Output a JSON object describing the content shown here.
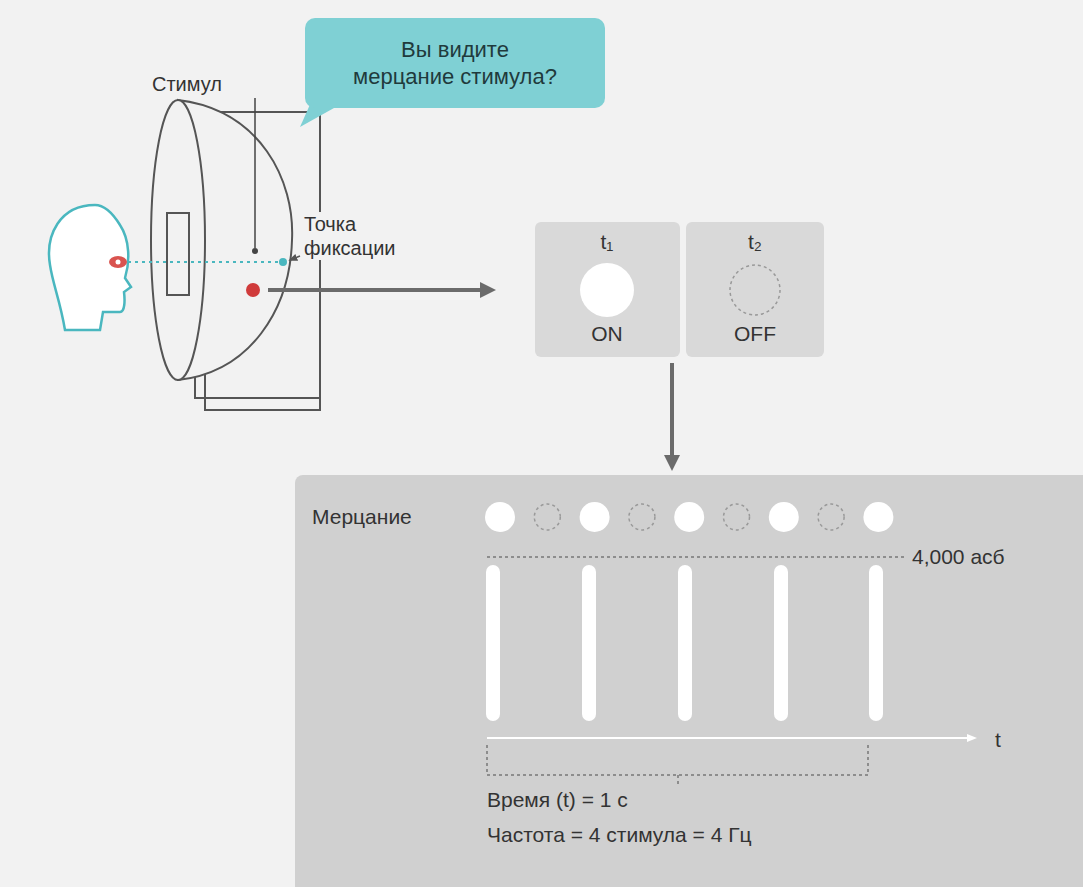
{
  "diagram": {
    "nodes": [
      {
        "text": [
          "Вы видите мерцание стимула?"
        ]
      },
      {
        "text": [
          "t₁",
          "ON"
        ]
      },
      {
        "text": [
          "t₂",
          "OFF"
        ]
      },
      {
        "text": [
          "Мерцание",
          "4,000 асб",
          "t",
          "Время (t) = 1 с",
          "Частота = 4 стимула = 4 Гц"
        ]
      }
    ],
    "edges": [
      {
        "from": 1,
        "to": 3,
        "arrow": "to"
      }
    ],
    "labels": [
      "Стимул",
      "Точка фиксации"
    ]
  }
}
